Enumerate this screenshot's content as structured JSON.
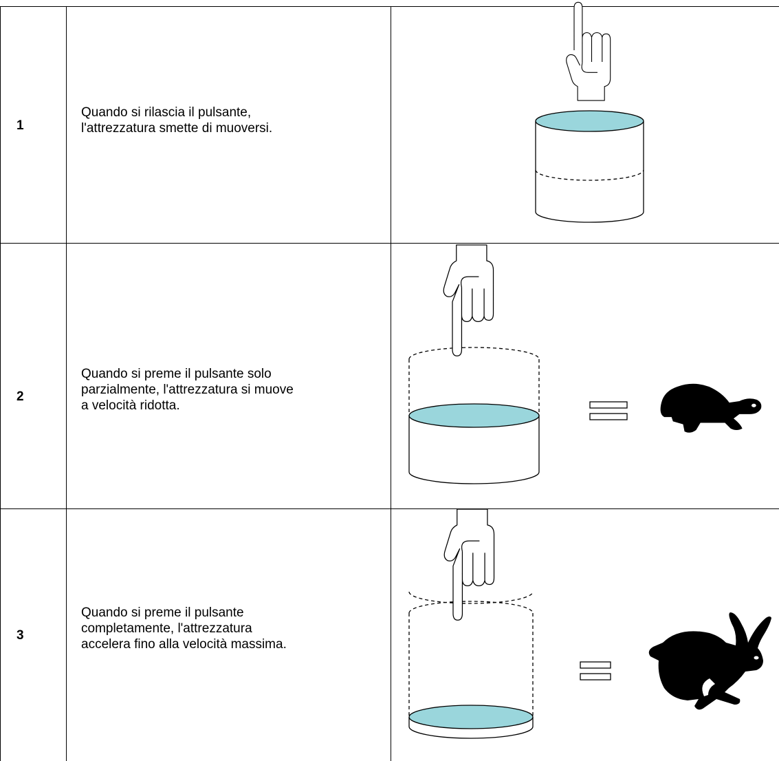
{
  "rows": [
    {
      "number": "1",
      "lines": [
        "Quando si rilascia il pulsante,",
        "l'attrezzatura smette di muoversi."
      ],
      "speed_icon": null
    },
    {
      "number": "2",
      "lines": [
        "Quando si preme il pulsante solo",
        "parzialmente, l'attrezzatura si muove",
        "a velocità ridotta."
      ],
      "speed_icon": "turtle-icon"
    },
    {
      "number": "3",
      "lines": [
        "Quando si preme il pulsante",
        "completamente, l'attrezzatura",
        "accelera fino alla velocità massima."
      ],
      "speed_icon": "rabbit-icon"
    }
  ],
  "colors": {
    "button_top": "#9ad6dc",
    "line": "#000000",
    "animal": "#000000"
  }
}
